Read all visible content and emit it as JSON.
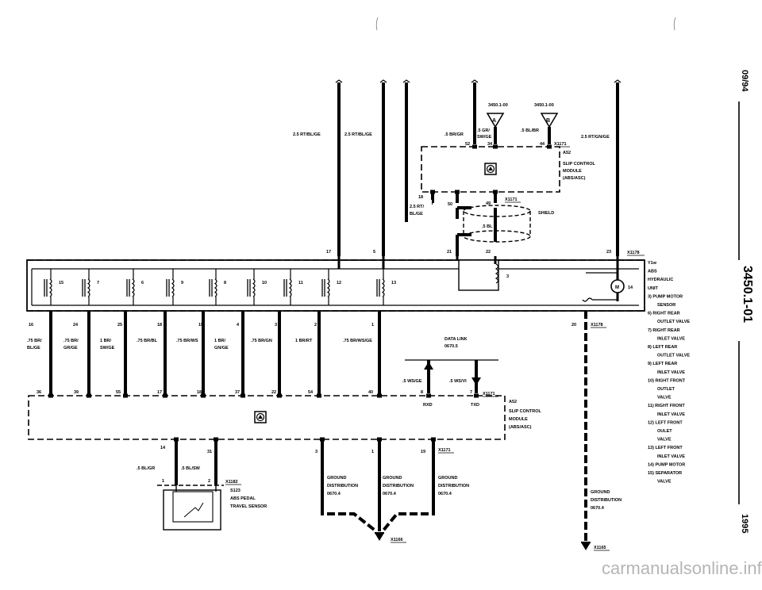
{
  "page": {
    "side_date": "09/94",
    "side_code": "3450.1-01",
    "side_year": "1995",
    "watermark": "carmanualsonline.info"
  },
  "top": {
    "ref_a": "3450.1-00",
    "ref_b": "3450.1-00",
    "conn_a": "A",
    "conn_b": "B",
    "wire_1": "2.5 RT/BL/GE",
    "wire_2": "2.5 RT/BL/GE",
    "wire_3": ".5 BR/GR",
    "wire_4a": ".5 GR/",
    "wire_4b": "SW/GE",
    "wire_5": ".5 BL/BR",
    "wire_6": "2.5 RT/GN/GE",
    "pin_52": "52",
    "pin_34": "34",
    "pin_44": "44",
    "conn_x1171a": "X1171",
    "a52_title": "A52",
    "a52_line1": "SLIP CONTROL",
    "a52_line2": "MODULE",
    "a52_line3": "(ABS/ASC)",
    "pin_18": "18",
    "wire_7a": "2.5 RT/",
    "wire_7b": "BL/GE",
    "pin_50": "50",
    "pin_49": "49",
    "conn_x1171b": "X1171",
    "shield": "SHIELD",
    "wire_8": ".5 BL"
  },
  "hydraulic": {
    "pins_top": [
      "17",
      "5",
      "21",
      "22",
      "23"
    ],
    "conn": "X1178",
    "coil_labels": [
      "15",
      "7",
      "6",
      "9",
      "8",
      "10",
      "11",
      "12",
      "13"
    ],
    "motor_pin": "3",
    "motor_label": "M",
    "motor_num": "14",
    "legend": [
      "Y1w",
      "ABS",
      "HYDRAULIC",
      "UNIT",
      "3)  PUMP MOTOR",
      "SENSOR",
      "6)  RIGHT REAR",
      "OUTLET VALVE",
      "7)  RIGHT REAR",
      "INLET VALVE",
      "8)  LEFT REAR",
      "OUTLET VALVE",
      "9)  LEFT REAR",
      "INLET VALVE",
      "10) RIGHT FRONT",
      "OUTLET",
      "VALVE",
      "11) RIGHT FRONT",
      "INLET VALVE",
      "12) LEFT FRONT",
      "OULET",
      "VALVE",
      "13) LEFT FRONT",
      "INLET VALVE",
      "14) PUMP MOTOR",
      "15) SEPARATOR",
      "VALVE"
    ]
  },
  "middle": {
    "pins_bottom": [
      "16",
      "24",
      "25",
      "18",
      "19",
      "4",
      "3",
      "2",
      "1"
    ],
    "pin_20": "20",
    "conn_x1178": "X1178",
    "wires": [
      {
        "a": ".75 BR/",
        "b": "BL/GE"
      },
      {
        "a": ".75 BR/",
        "b": "GR/GE"
      },
      {
        "a": "1 BR/",
        "b": "SW/GE"
      },
      {
        "a": ".75 BR/BL",
        "b": ""
      },
      {
        "a": ".75 BR/WS",
        "b": ""
      },
      {
        "a": "1 BR/",
        "b": "GN/GE"
      },
      {
        "a": ".75 BR/GN",
        "b": ""
      },
      {
        "a": "1 BR/RT",
        "b": ""
      },
      {
        "a": ".75 BR/WS/GE",
        "b": ""
      }
    ],
    "data_link_1": "DATA LINK",
    "data_link_2": "0670.5",
    "wire_ws_ge": ".5 WS/GE",
    "wire_ws_vi": ".5 WS/VI",
    "module_pins": [
      "36",
      "39",
      "55",
      "17",
      "18",
      "37",
      "22",
      "54",
      "40",
      "8",
      "7"
    ],
    "conn_x1171": "X1171",
    "rxd": "RXD",
    "txd": "TXD",
    "a52_title": "A52",
    "a52_line1": "SLIP CONTROL",
    "a52_line2": "MODULE",
    "a52_line3": "(ABS/ASC)"
  },
  "bottom": {
    "pin_14": "14",
    "pin_31": "31",
    "pin_3": "3",
    "pin_1": "1",
    "pin_19": "19",
    "conn_x1171": "X1171",
    "wire_bl_gr": ".5 BL/GR",
    "wire_bl_sw": ".5 BL/SW",
    "s_pin_1": "1",
    "s_pin_2": "2",
    "conn_x1182": "X1182",
    "sensor_id": "S123",
    "sensor_line1": "ABS PEDAL",
    "sensor_line2": "TRAVEL SENSOR",
    "ground_line1": "GROUND",
    "ground_line2": "DISTRIBUTION",
    "ground_line3": "0670.4",
    "conn_x1166": "X1166",
    "conn_x1165": "X1165"
  }
}
